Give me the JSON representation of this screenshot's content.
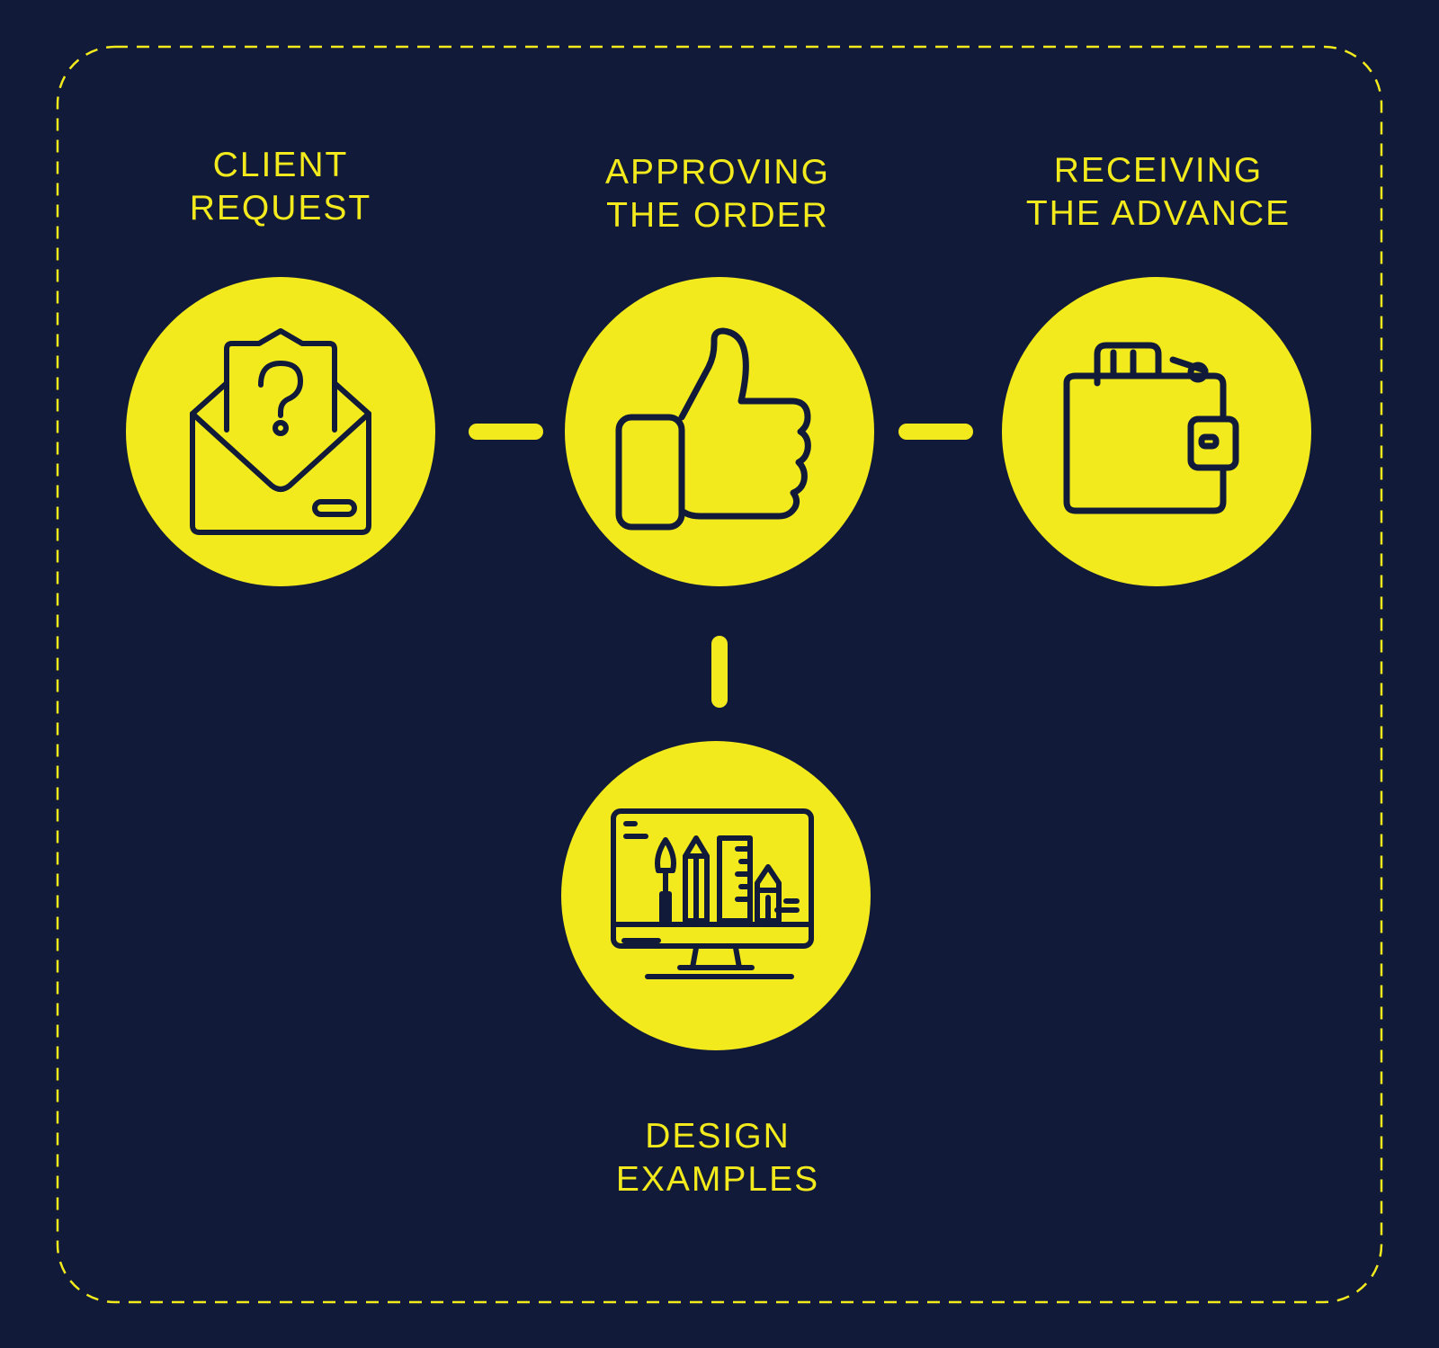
{
  "colors": {
    "background": "#111a38",
    "accent": "#f2ea1d",
    "icon_stroke": "#111a38"
  },
  "steps": [
    {
      "id": "client-request",
      "icon": "envelope-question-icon",
      "label_lines": [
        "CLIENT",
        "REQUEST"
      ]
    },
    {
      "id": "approving-order",
      "icon": "thumbs-up-icon",
      "label_lines": [
        "APPROVING",
        "THE ORDER"
      ]
    },
    {
      "id": "receiving-advance",
      "icon": "wallet-icon",
      "label_lines": [
        "RECEIVING",
        "THE ADVANCE"
      ]
    },
    {
      "id": "design-examples",
      "icon": "monitor-design-tools-icon",
      "label_lines": [
        "DESIGN",
        "EXAMPLES"
      ]
    }
  ],
  "connections": [
    [
      "client-request",
      "approving-order"
    ],
    [
      "approving-order",
      "receiving-advance"
    ],
    [
      "approving-order",
      "design-examples"
    ]
  ]
}
